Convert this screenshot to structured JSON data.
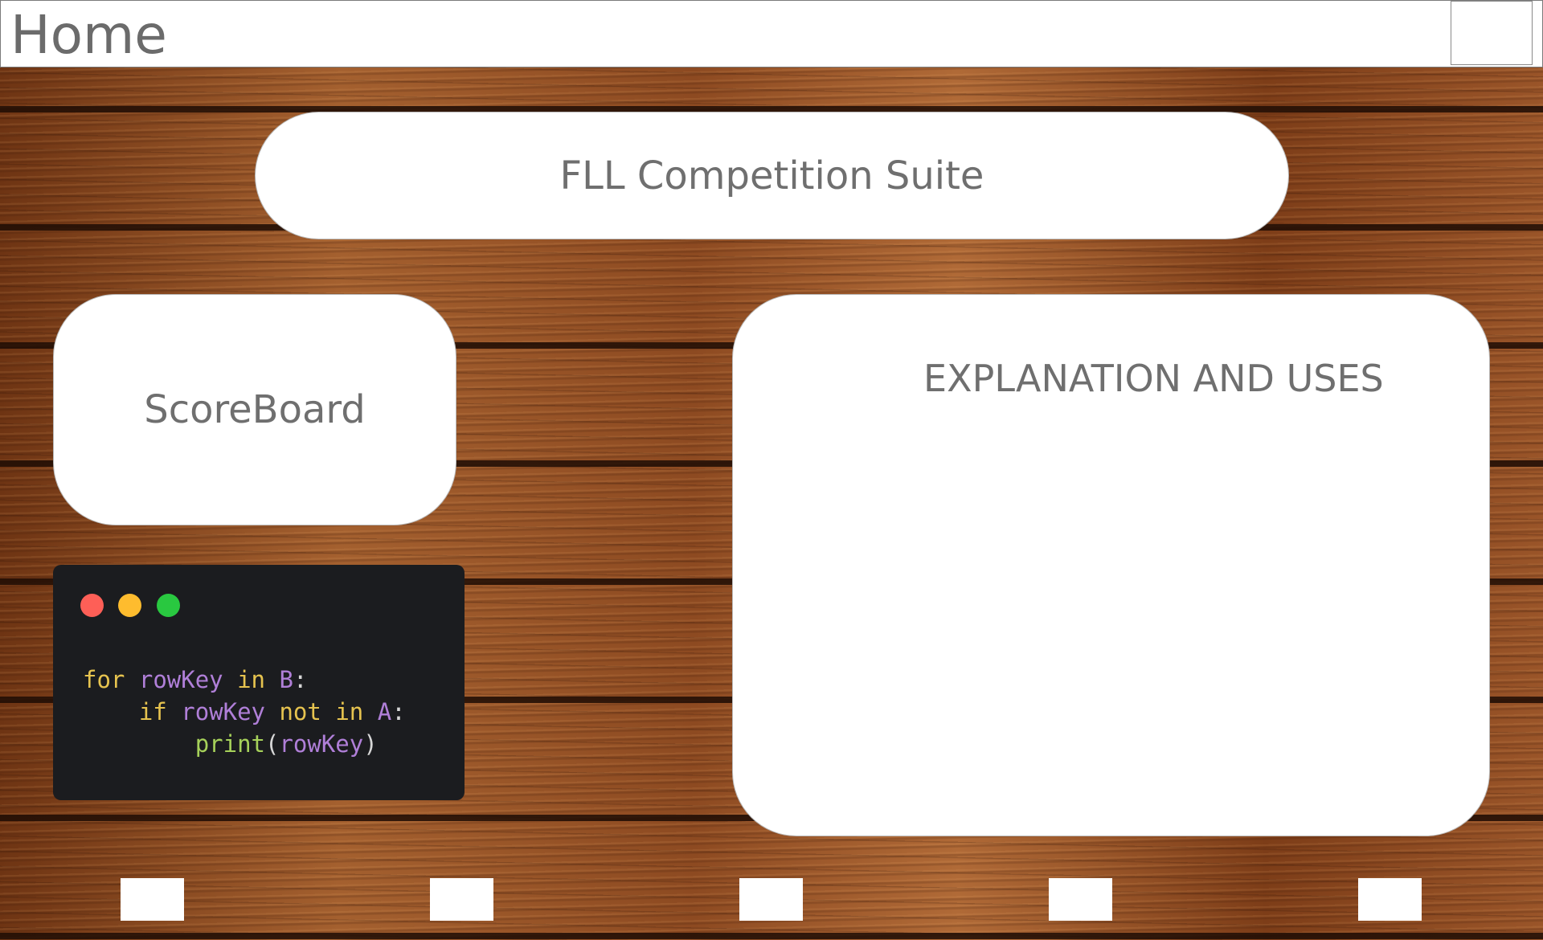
{
  "window": {
    "title": "Home"
  },
  "header": {
    "title": "FLL Competition Suite"
  },
  "nav": {
    "scoreboard_label": "ScoreBoard"
  },
  "code_window": {
    "lines": [
      [
        {
          "text": "for",
          "kind": "keyword"
        },
        {
          "text": " ",
          "kind": "plain"
        },
        {
          "text": "rowKey",
          "kind": "variable"
        },
        {
          "text": " ",
          "kind": "plain"
        },
        {
          "text": "in",
          "kind": "keyword"
        },
        {
          "text": " ",
          "kind": "plain"
        },
        {
          "text": "B",
          "kind": "variable"
        },
        {
          "text": ":",
          "kind": "plain"
        }
      ],
      [
        {
          "text": "    ",
          "kind": "plain"
        },
        {
          "text": "if",
          "kind": "keyword"
        },
        {
          "text": " ",
          "kind": "plain"
        },
        {
          "text": "rowKey",
          "kind": "variable"
        },
        {
          "text": " ",
          "kind": "plain"
        },
        {
          "text": "not",
          "kind": "keyword"
        },
        {
          "text": " ",
          "kind": "plain"
        },
        {
          "text": "in",
          "kind": "keyword"
        },
        {
          "text": " ",
          "kind": "plain"
        },
        {
          "text": "A",
          "kind": "variable"
        },
        {
          "text": ":",
          "kind": "plain"
        }
      ],
      [
        {
          "text": "        ",
          "kind": "plain"
        },
        {
          "text": "print",
          "kind": "function"
        },
        {
          "text": "(",
          "kind": "plain"
        },
        {
          "text": "rowKey",
          "kind": "variable"
        },
        {
          "text": ")",
          "kind": "plain"
        }
      ]
    ]
  },
  "explanation": {
    "title": "EXPLANATION AND USES"
  },
  "colors": {
    "keyword": "#e6c34f",
    "variable": "#b07fd8",
    "function": "#a6d15a",
    "plain": "#d7d7d7",
    "traffic_red": "#fe5f57",
    "traffic_yellow": "#febc2e",
    "traffic_green": "#29c840",
    "panel_text": "#6f6f6f"
  }
}
